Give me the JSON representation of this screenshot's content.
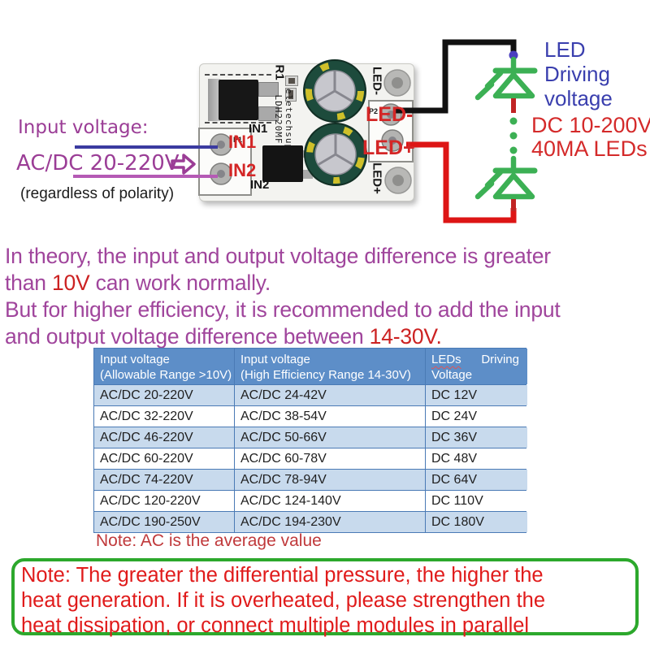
{
  "colors": {
    "purple": "#9b3d96",
    "blue_line": "#3b3ba0",
    "pink_line": "#b55ab5",
    "annotation_red": "#d42626",
    "led_text_blue": "#3a3fae",
    "led_green": "#3cb054",
    "wire_black": "#111111",
    "wire_red": "#dd1515",
    "paragraph_purple": "#a0459c",
    "paragraph_red": "#cc2222",
    "table_header_bg": "#5d8ec8",
    "table_row_alt": "#c8daed",
    "table_border": "#4a7ab5",
    "table_note_red": "#c0393b",
    "footer_border_green": "#2ca82c",
    "footer_text_red": "#e01b1b"
  },
  "diagram": {
    "input_label": "Input voltage:",
    "input_range": "AC/DC 20-220V",
    "polarity_note": "(regardless of polarity)",
    "annotations": {
      "in1": "IN1",
      "in2": "IN2",
      "led_minus": "LED-",
      "led_plus": "LED+"
    },
    "led_label_1": "LED",
    "led_label_2": "Driving",
    "led_label_3": "voltage",
    "led_spec_1": "DC 10-200V",
    "led_spec_2": "40MA LEDs",
    "board": {
      "brand": "eletechsup",
      "model": "LDH220MF",
      "r1": "R1",
      "p1": "P1",
      "p2": "P2",
      "silk_in1": "IN1",
      "silk_in2": "IN2",
      "silk_led_minus": "LED-",
      "silk_led_plus": "LED+"
    }
  },
  "description": {
    "line1": "In theory, the input and output voltage difference is greater",
    "line2_a": "than ",
    "line2_b": "10V",
    "line2_c": " can work normally.",
    "line3": "But for higher efficiency, it is recommended to add the input",
    "line4_a": "and output voltage difference between ",
    "line4_b": "14-30V."
  },
  "table": {
    "header": {
      "col1_line1": "Input voltage",
      "col1_line2": "(Allowable Range >10V)",
      "col2_line1": "Input voltage",
      "col2_line2": "(High Efficiency Range 14-30V)",
      "col3_line1a": "LEDs",
      "col3_line1b": "Driving",
      "col3_line2": "Voltage"
    },
    "rows": [
      [
        "AC/DC 20-220V",
        "AC/DC 24-42V",
        "DC 12V"
      ],
      [
        "AC/DC 32-220V",
        "AC/DC 38-54V",
        "DC 24V"
      ],
      [
        "AC/DC 46-220V",
        "AC/DC 50-66V",
        "DC 36V"
      ],
      [
        "AC/DC 60-220V",
        "AC/DC 60-78V",
        "DC 48V"
      ],
      [
        "AC/DC 74-220V",
        "AC/DC 78-94V",
        "DC 64V"
      ],
      [
        "AC/DC 120-220V",
        "AC/DC 124-140V",
        "DC 110V"
      ],
      [
        "AC/DC 190-250V",
        "AC/DC 194-230V",
        "DC 180V"
      ]
    ],
    "note": "Note: AC is the average value"
  },
  "footer_note": {
    "line1": "Note: The greater the differential pressure, the higher the",
    "line2": "heat generation. If it is overheated, please strengthen the",
    "line3": "heat dissipation, or connect multiple modules in parallel"
  }
}
